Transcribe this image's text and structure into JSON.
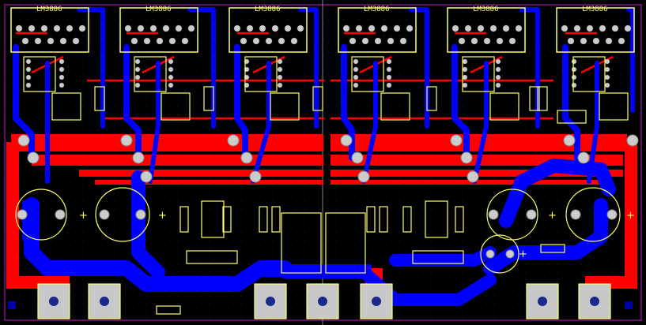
{
  "board": {
    "chips": [
      {
        "label": "LM3886"
      },
      {
        "label": "LM3886"
      },
      {
        "label": "LM3886"
      },
      {
        "label": "LM3886"
      },
      {
        "label": "LM3886"
      },
      {
        "label": "LM3886"
      }
    ],
    "polarity_symbol": "+",
    "colors": {
      "background": "#000000",
      "top_copper": "#ff0000",
      "bottom_copper": "#0000ff",
      "silkscreen": "#ffff66",
      "pad": "#cccccc",
      "drill": "#1a2a8a",
      "board_edge": "#c020c0"
    }
  }
}
